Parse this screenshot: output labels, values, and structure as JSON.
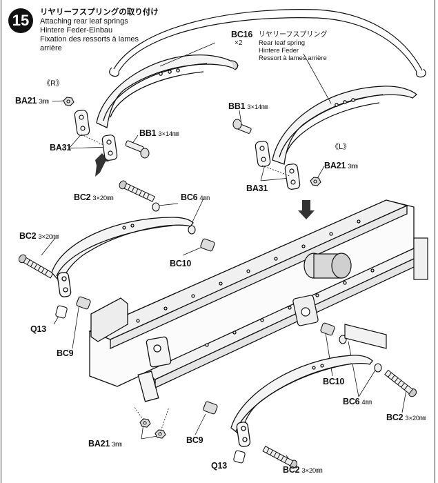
{
  "step": {
    "number": "15",
    "title_jp": "リヤリーフスプリングの取り付け",
    "title_en": "Attaching rear leaf springs",
    "title_de": "Hintere Feder-Einbau",
    "title_fr_1": "Fixation des ressorts à lames",
    "title_fr_2": "arrière"
  },
  "sides": {
    "right": "《R》",
    "left": "《L》"
  },
  "parts": {
    "bc16": {
      "code": "BC16",
      "qty": "×2",
      "jp": "リヤリーフスプリング",
      "en": "Rear leaf spring",
      "de": "Hintere Feder",
      "fr": "Ressort à lames arrière"
    },
    "ba21_top": {
      "code": "BA21",
      "size": "3㎜"
    },
    "ba21_right": {
      "code": "BA21",
      "size": "3㎜"
    },
    "ba21_bottom": {
      "code": "BA21",
      "size": "3㎜"
    },
    "ba31_left": {
      "code": "BA31"
    },
    "ba31_right": {
      "code": "BA31"
    },
    "bb1_left": {
      "code": "BB1",
      "size": "3×14㎜"
    },
    "bb1_right": {
      "code": "BB1",
      "size": "3×14㎜"
    },
    "bc2_top": {
      "code": "BC2",
      "size": "3×20㎜"
    },
    "bc2_left": {
      "code": "BC2",
      "size": "3×20㎜"
    },
    "bc2_right": {
      "code": "BC2",
      "size": "3×20㎜"
    },
    "bc2_bottom": {
      "code": "BC2",
      "size": "3×20㎜"
    },
    "bc6_top": {
      "code": "BC6",
      "size": "4㎜"
    },
    "bc6_bottom": {
      "code": "BC6",
      "size": "4㎜"
    },
    "bc10_top": {
      "code": "BC10"
    },
    "bc10_bottom": {
      "code": "BC10"
    },
    "bc9_left": {
      "code": "BC9"
    },
    "bc9_bottom": {
      "code": "BC9"
    },
    "q13_left": {
      "code": "Q13"
    },
    "q13_bottom": {
      "code": "Q13"
    }
  },
  "colors": {
    "ink": "#111111",
    "paper": "#ffffff",
    "shade": "#bbbbbb",
    "light": "#e6e6e6"
  }
}
